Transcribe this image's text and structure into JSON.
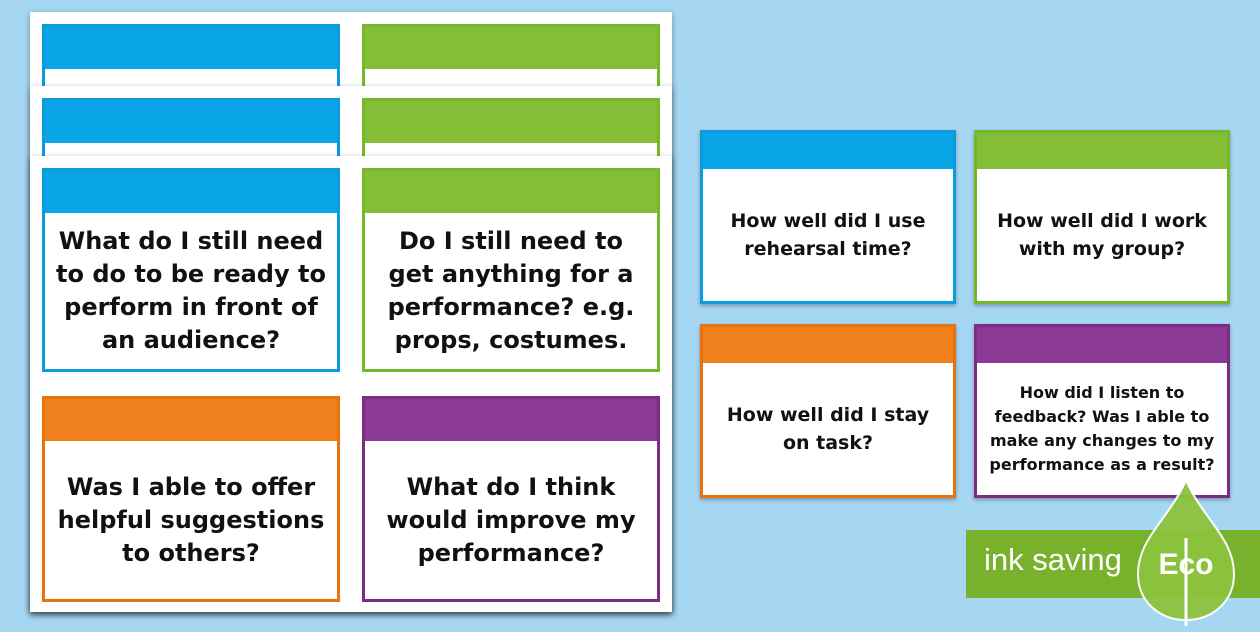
{
  "sheet_cards": [
    {
      "color": "blue",
      "text": "What do I still need to do to be ready to perform in front of an audience?"
    },
    {
      "color": "green",
      "text": "Do I still need to get anything for a performance? e.g. props, costumes."
    },
    {
      "color": "orange",
      "text": "Was I able to offer helpful suggestions to others?"
    },
    {
      "color": "purple",
      "text": "What do I think would improve my performance?"
    }
  ],
  "preview_cards": [
    {
      "color": "blue",
      "text": "How well did I use rehearsal time?"
    },
    {
      "color": "green",
      "text": "How well did I work with my group?"
    },
    {
      "color": "orange",
      "text": "How well did I stay on task?"
    },
    {
      "color": "purple",
      "text": "How did I listen to feedback? Was I able to make any changes to my performance as a result?"
    }
  ],
  "eco_banner": {
    "label": "ink saving",
    "badge": "Eco"
  },
  "colors": {
    "blue": "#0aa5e6",
    "green": "#84bd36",
    "orange": "#f0801c",
    "purple": "#8a3a94",
    "background": "#a6d7f2"
  }
}
